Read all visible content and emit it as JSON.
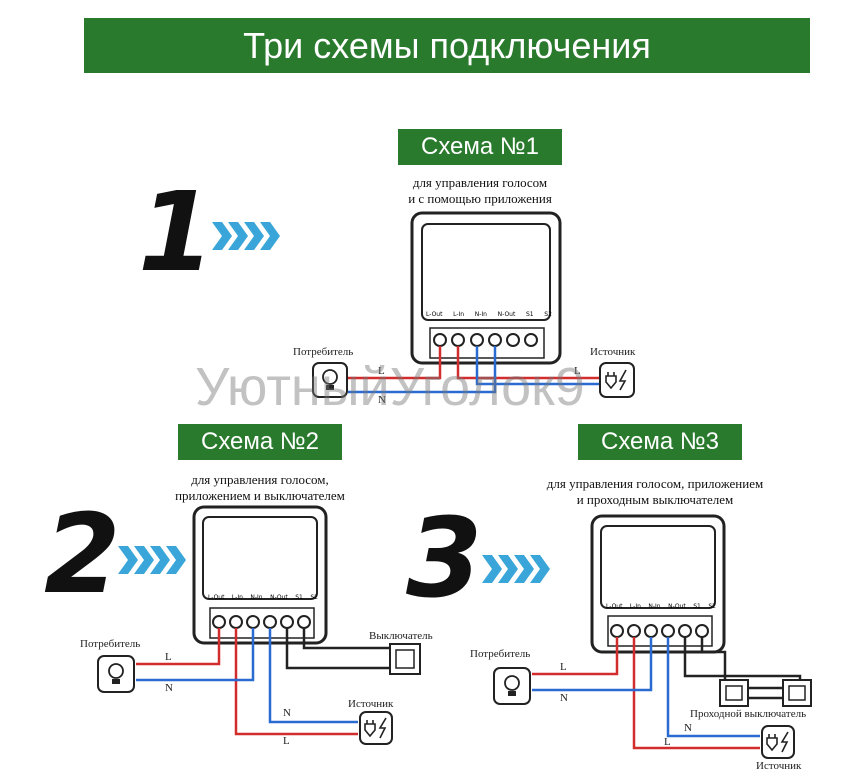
{
  "title": "Три схемы подключения",
  "watermark": "УютныйУголок9",
  "schemes": [
    {
      "num": "1",
      "label": "Схема №1",
      "desc1": "для управления голосом",
      "desc2": "и с помощью приложения",
      "consumer": "Потребитель",
      "source": "Источник"
    },
    {
      "num": "2",
      "label": "Схема №2",
      "desc1": "для управления голосом,",
      "desc2": "приложением и выключателем",
      "consumer": "Потребитель",
      "source": "Источник",
      "switch": "Выключатель"
    },
    {
      "num": "3",
      "label": "Схема №3",
      "desc1": "для управления голосом, приложением",
      "desc2": "и проходным выключателем",
      "consumer": "Потребитель",
      "source": "Источник",
      "switch": "Проходной выключатель"
    }
  ],
  "terminals": [
    "L-Out",
    "L-In",
    "N-In",
    "N-Out",
    "S1",
    "S2"
  ],
  "wire_labels": {
    "live": "L",
    "neutral": "N"
  },
  "colors": {
    "green": "#2a7a2e",
    "live": "#d22d2d",
    "neutral": "#2a6bd1",
    "arrow": "#3aa5d8"
  }
}
